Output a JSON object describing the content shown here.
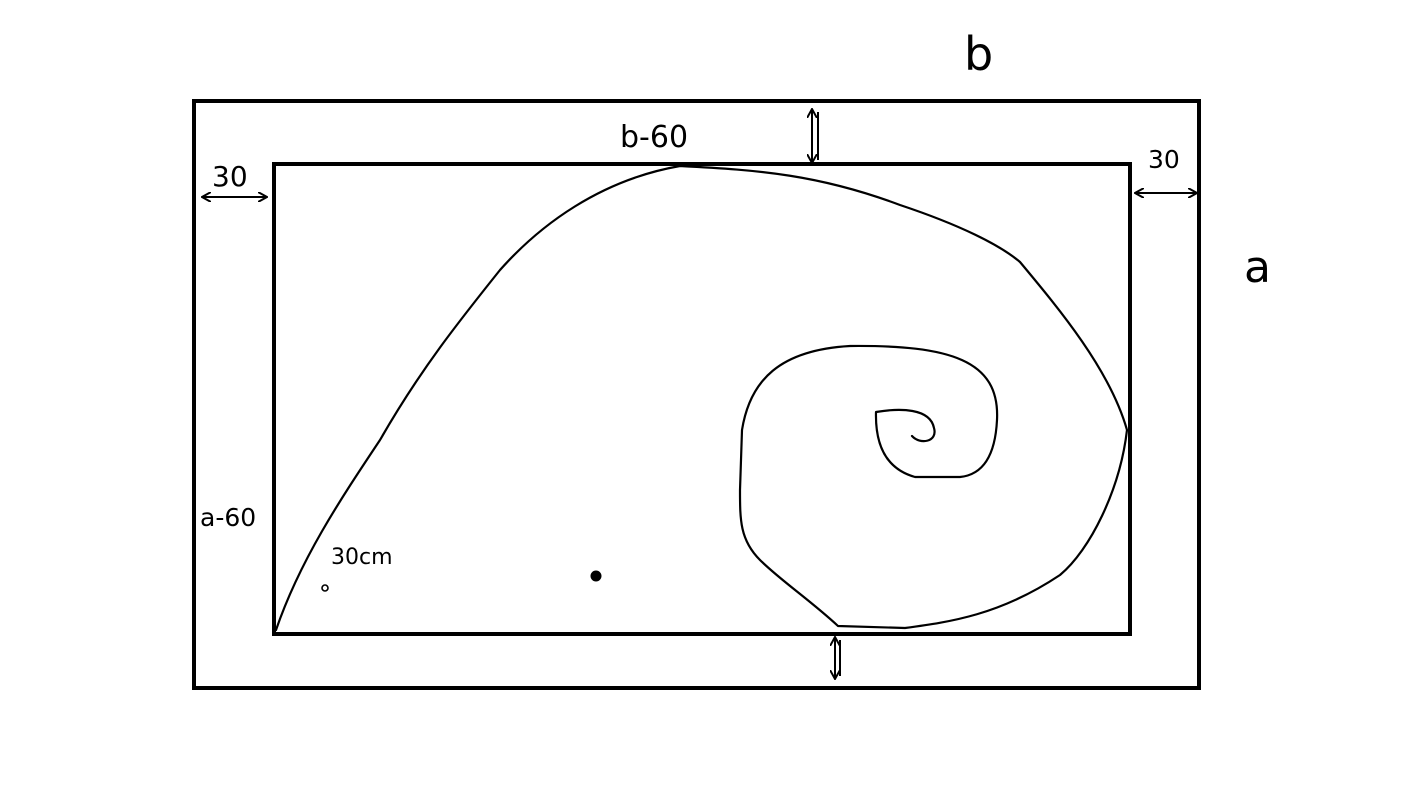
{
  "labels": {
    "b": "b",
    "a": "a",
    "b_minus_60": "b-60",
    "a_minus_60": "a-60",
    "margin_left": "30",
    "margin_right": "30",
    "dot_size": "30cm"
  },
  "colors": {
    "stroke": "#000000",
    "background": "#ffffff"
  }
}
